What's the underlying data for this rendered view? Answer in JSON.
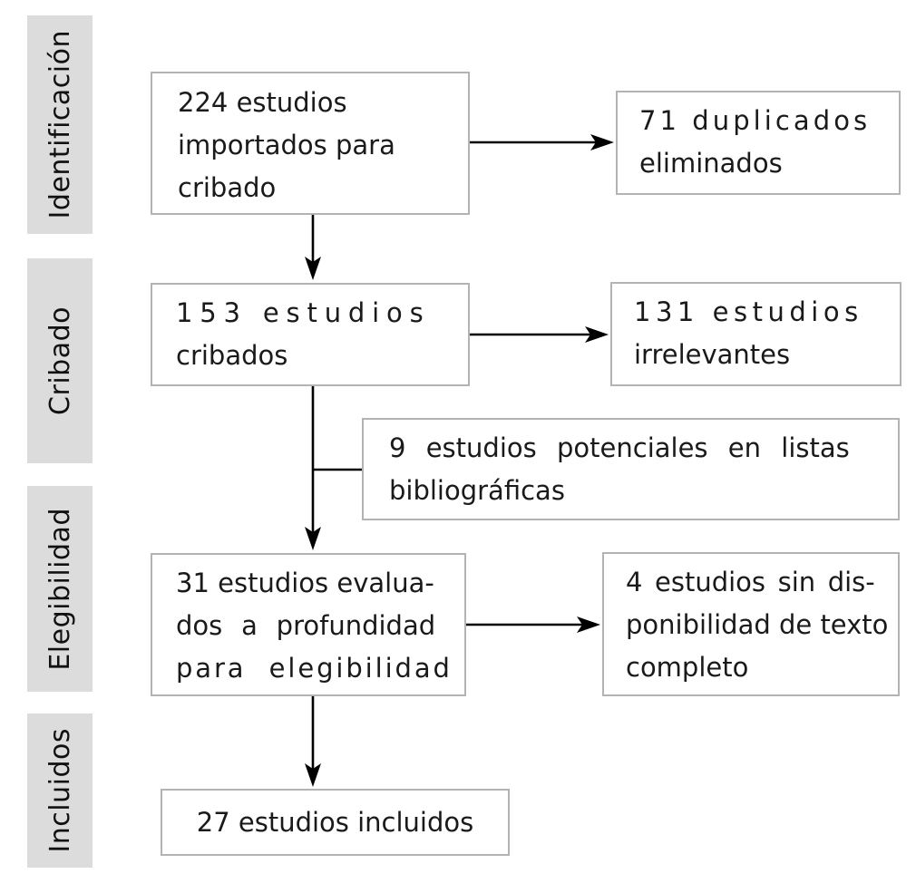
{
  "diagram": {
    "stages": [
      {
        "label": "Identificación"
      },
      {
        "label": "Cribado"
      },
      {
        "label": "Elegibilidad"
      },
      {
        "label": "Incluidos"
      }
    ],
    "boxes": {
      "imported": {
        "lines": [
          "224 estudios",
          "importados para",
          "cribado"
        ]
      },
      "duplicates_removed": {
        "lines": [
          "71 duplicados",
          "eliminados"
        ]
      },
      "screened": {
        "lines": [
          "153 estudios",
          "cribados"
        ]
      },
      "irrelevant": {
        "lines": [
          "131 estudios",
          "irrelevantes"
        ]
      },
      "reference_lists": {
        "lines": [
          "9 estudios potenciales en listas",
          "bibliográficas"
        ]
      },
      "assessed": {
        "lines": [
          "31 estudios evalua-",
          "dos a profundidad",
          "para elegibilidad"
        ]
      },
      "no_fulltext": {
        "lines": [
          "4 estudios sin dis-",
          "ponibilidad de texto",
          "completo"
        ]
      },
      "included": {
        "lines": [
          "27 estudios incluidos"
        ]
      }
    },
    "colors": {
      "stage_band": "#dcdcdc",
      "box_border": "#b3b3b3",
      "text": "#1a1a1a",
      "arrow": "#000000",
      "background": "#ffffff"
    }
  }
}
